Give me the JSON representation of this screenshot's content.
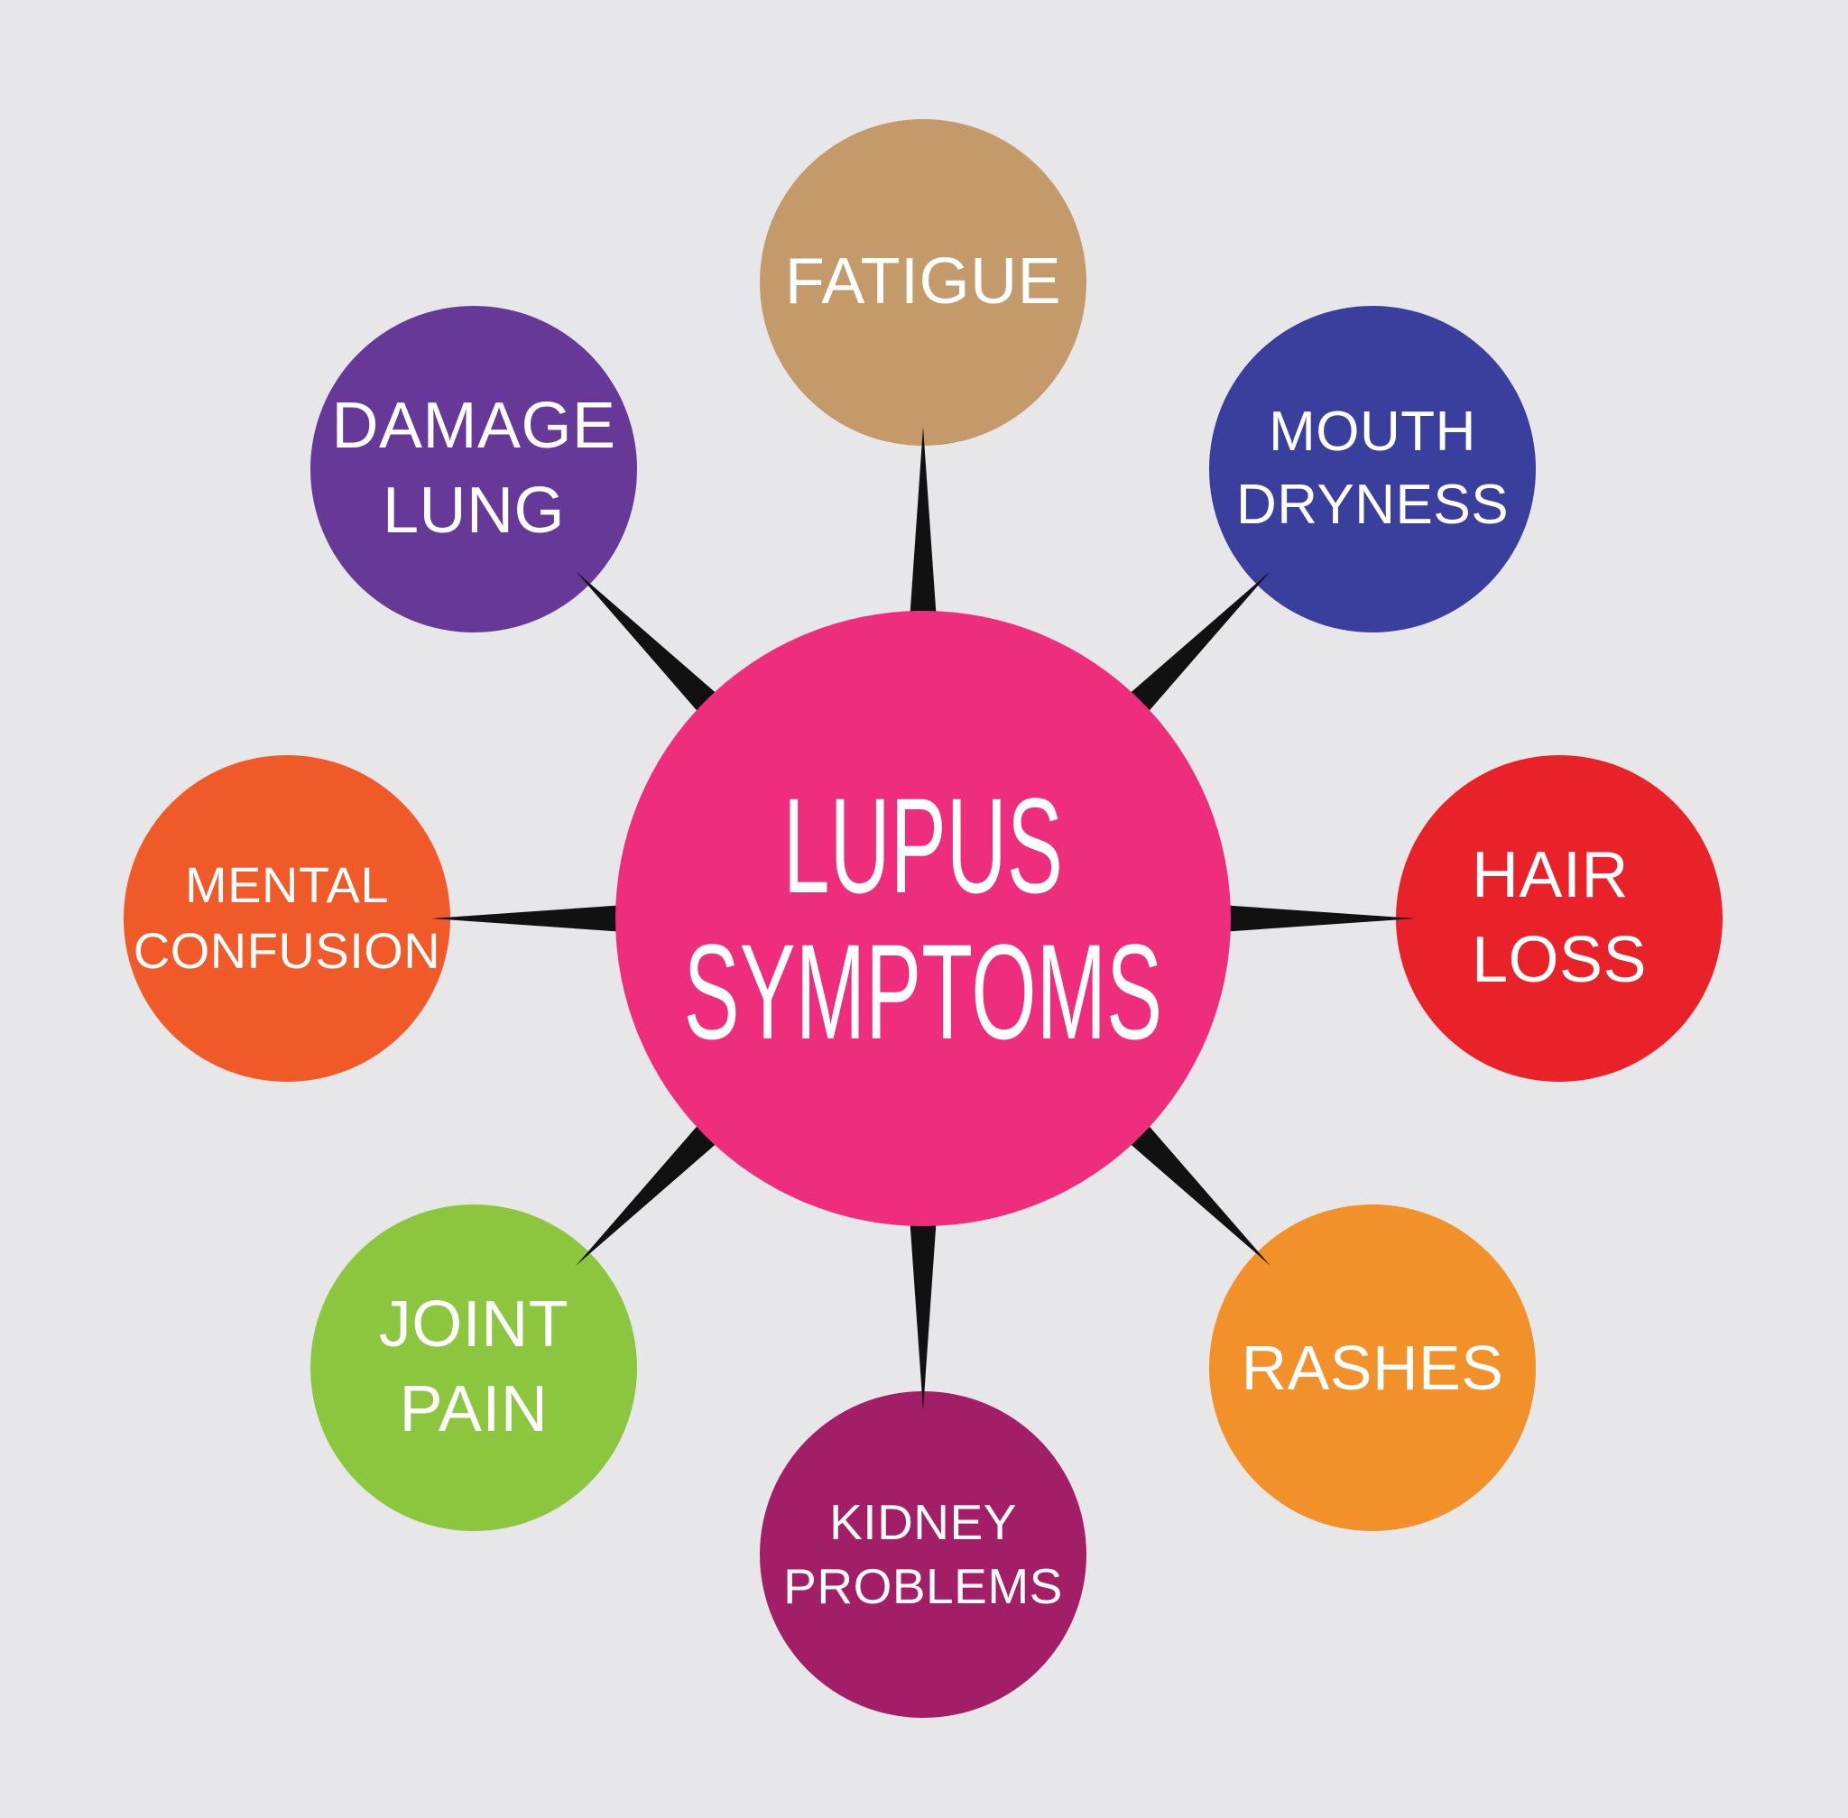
{
  "background_color": "#E7E6E8",
  "colors": {
    "spoke": "#111111",
    "text": "#FFFFFF"
  },
  "center": {
    "lines": [
      "LUPUS",
      "SYMPTOMS"
    ],
    "label": "LUPUS SYMPTOMS",
    "color": "#EF2D7D"
  },
  "symptoms": [
    {
      "id": "fatigue",
      "position": "top",
      "label": "FATIGUE",
      "lines": [
        "FATIGUE"
      ],
      "color": "#C49A6B"
    },
    {
      "id": "mouth-dryness",
      "position": "top-right",
      "label": "MOUTH DRYNESS",
      "lines": [
        "MOUTH",
        "DRYNESS"
      ],
      "color": "#3A3F9E"
    },
    {
      "id": "hair-loss",
      "position": "right",
      "label": "HAIR LOSS",
      "lines": [
        "HAIR",
        "LOSS"
      ],
      "color": "#E82228"
    },
    {
      "id": "rashes",
      "position": "bottom-right",
      "label": "RASHES",
      "lines": [
        "RASHES"
      ],
      "color": "#F2912A"
    },
    {
      "id": "kidney-problems",
      "position": "bottom",
      "label": "KIDNEY PROBLEMS",
      "lines": [
        "KIDNEY",
        "PROBLEMS"
      ],
      "color": "#A21F68"
    },
    {
      "id": "joint-pain",
      "position": "bottom-left",
      "label": "JOINT PAIN",
      "lines": [
        "JOINT",
        "PAIN"
      ],
      "color": "#8CC63E"
    },
    {
      "id": "mental-confusion",
      "position": "left",
      "label": "MENTAL CONFUSION",
      "lines": [
        "MENTAL",
        "CONFUSION"
      ],
      "color": "#F05A28"
    },
    {
      "id": "damage-lung",
      "position": "top-left",
      "label": "DAMAGE LUNG",
      "lines": [
        "DAMAGE",
        "LUNG"
      ],
      "color": "#663999"
    }
  ]
}
